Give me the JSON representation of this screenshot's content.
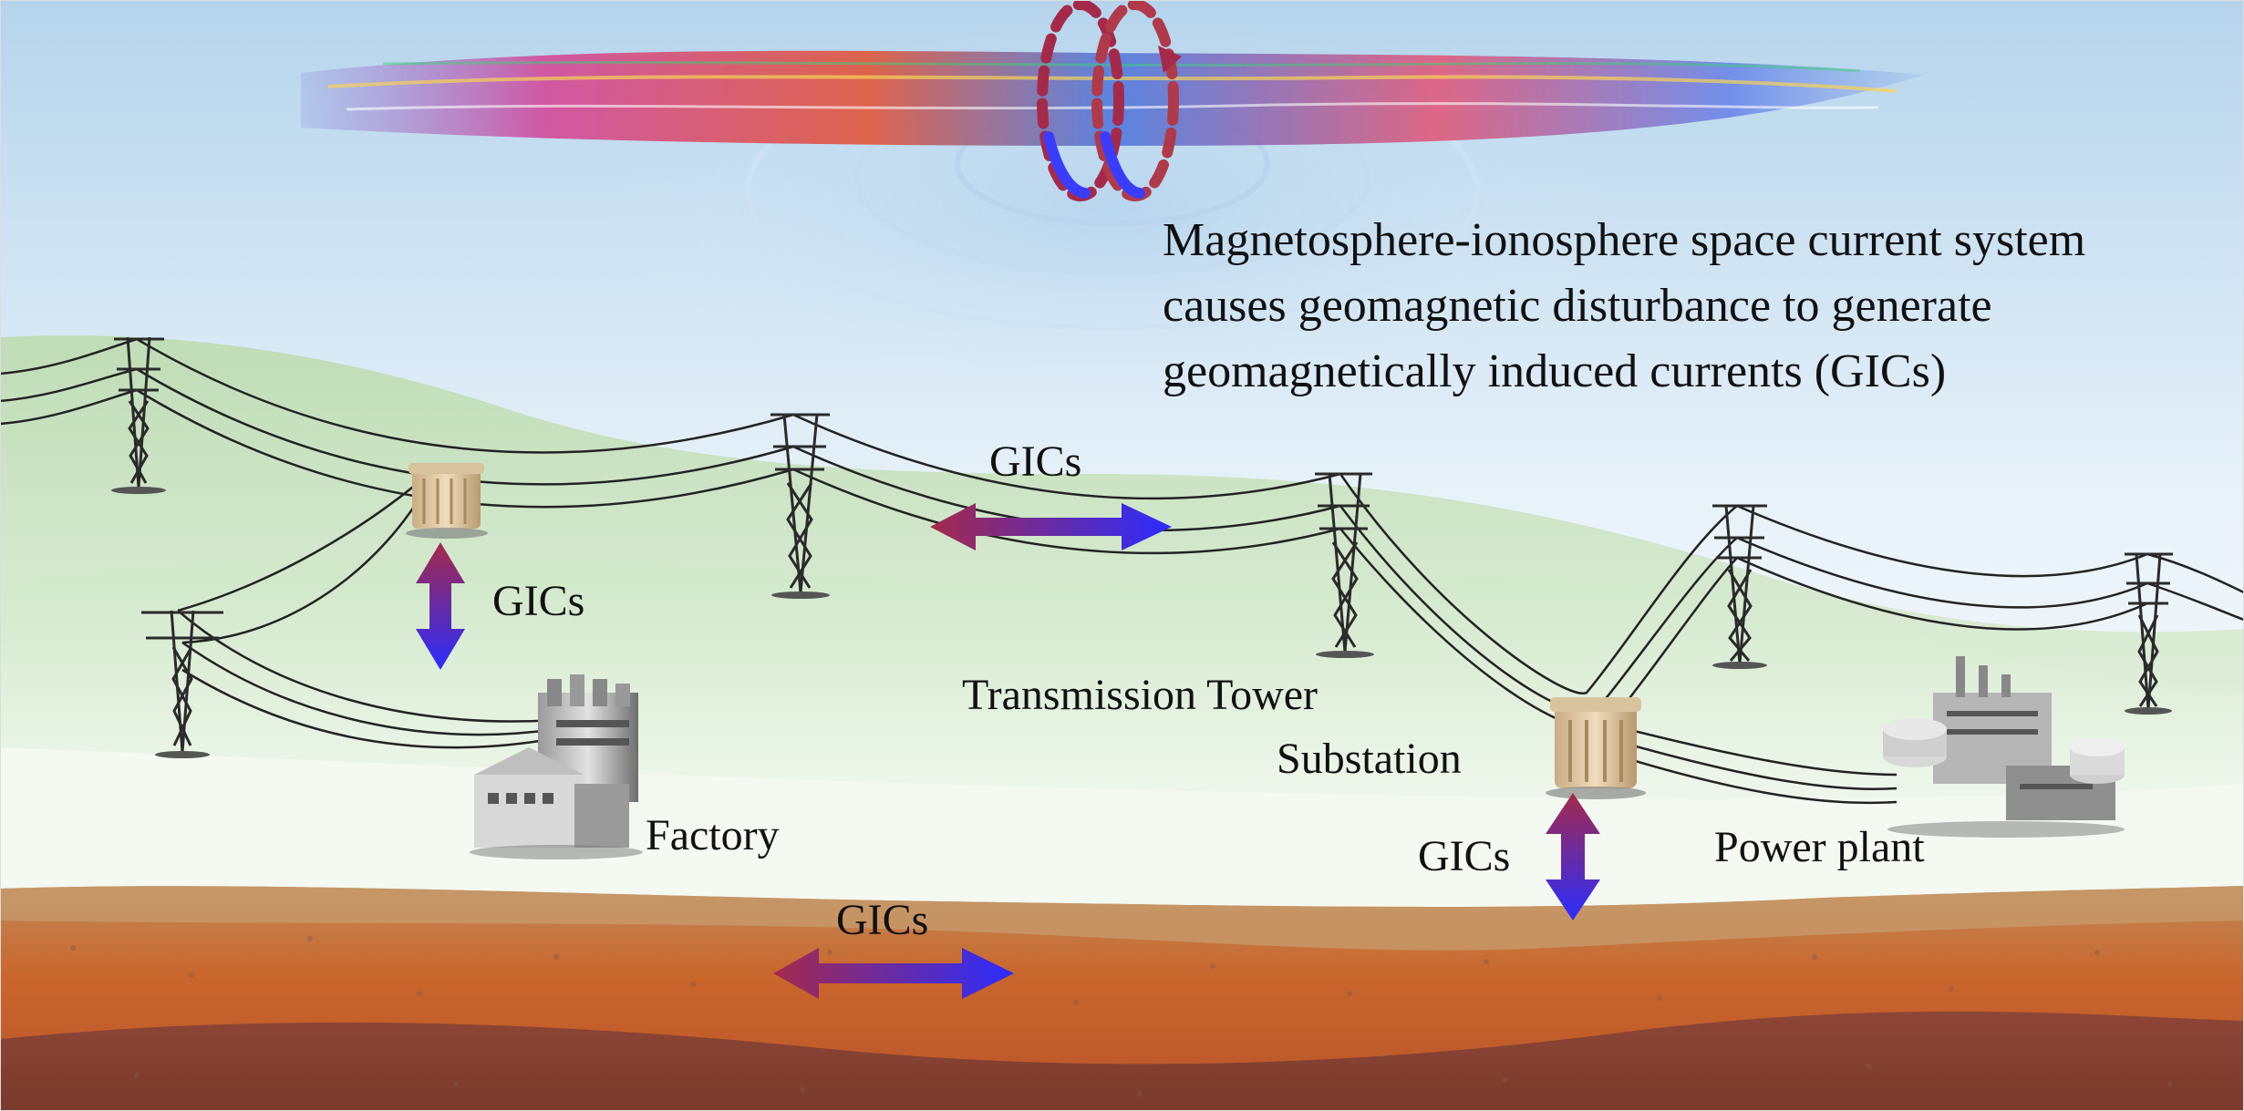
{
  "caption": {
    "line1": "Magnetosphere-ionosphere space current system",
    "line2": "causes geomagnetic disturbance to generate",
    "line3": "geomagnetically induced currents (GICs)"
  },
  "labels": {
    "gics_line": "GICs",
    "gics_transformer_left": "GICs",
    "gics_substation": "GICs",
    "gics_ground": "GICs",
    "transmission_tower": "Transmission Tower",
    "substation": "Substation",
    "factory": "Factory",
    "power_plant": "Power plant"
  },
  "colors": {
    "arrow_red": "#a52a4a",
    "arrow_blue": "#2a2cff",
    "hill_green": "#cfe6c8",
    "soil_orange": "#c8612a",
    "soil_deep": "#8a4a38",
    "sky_top": "#b9d7ee"
  }
}
